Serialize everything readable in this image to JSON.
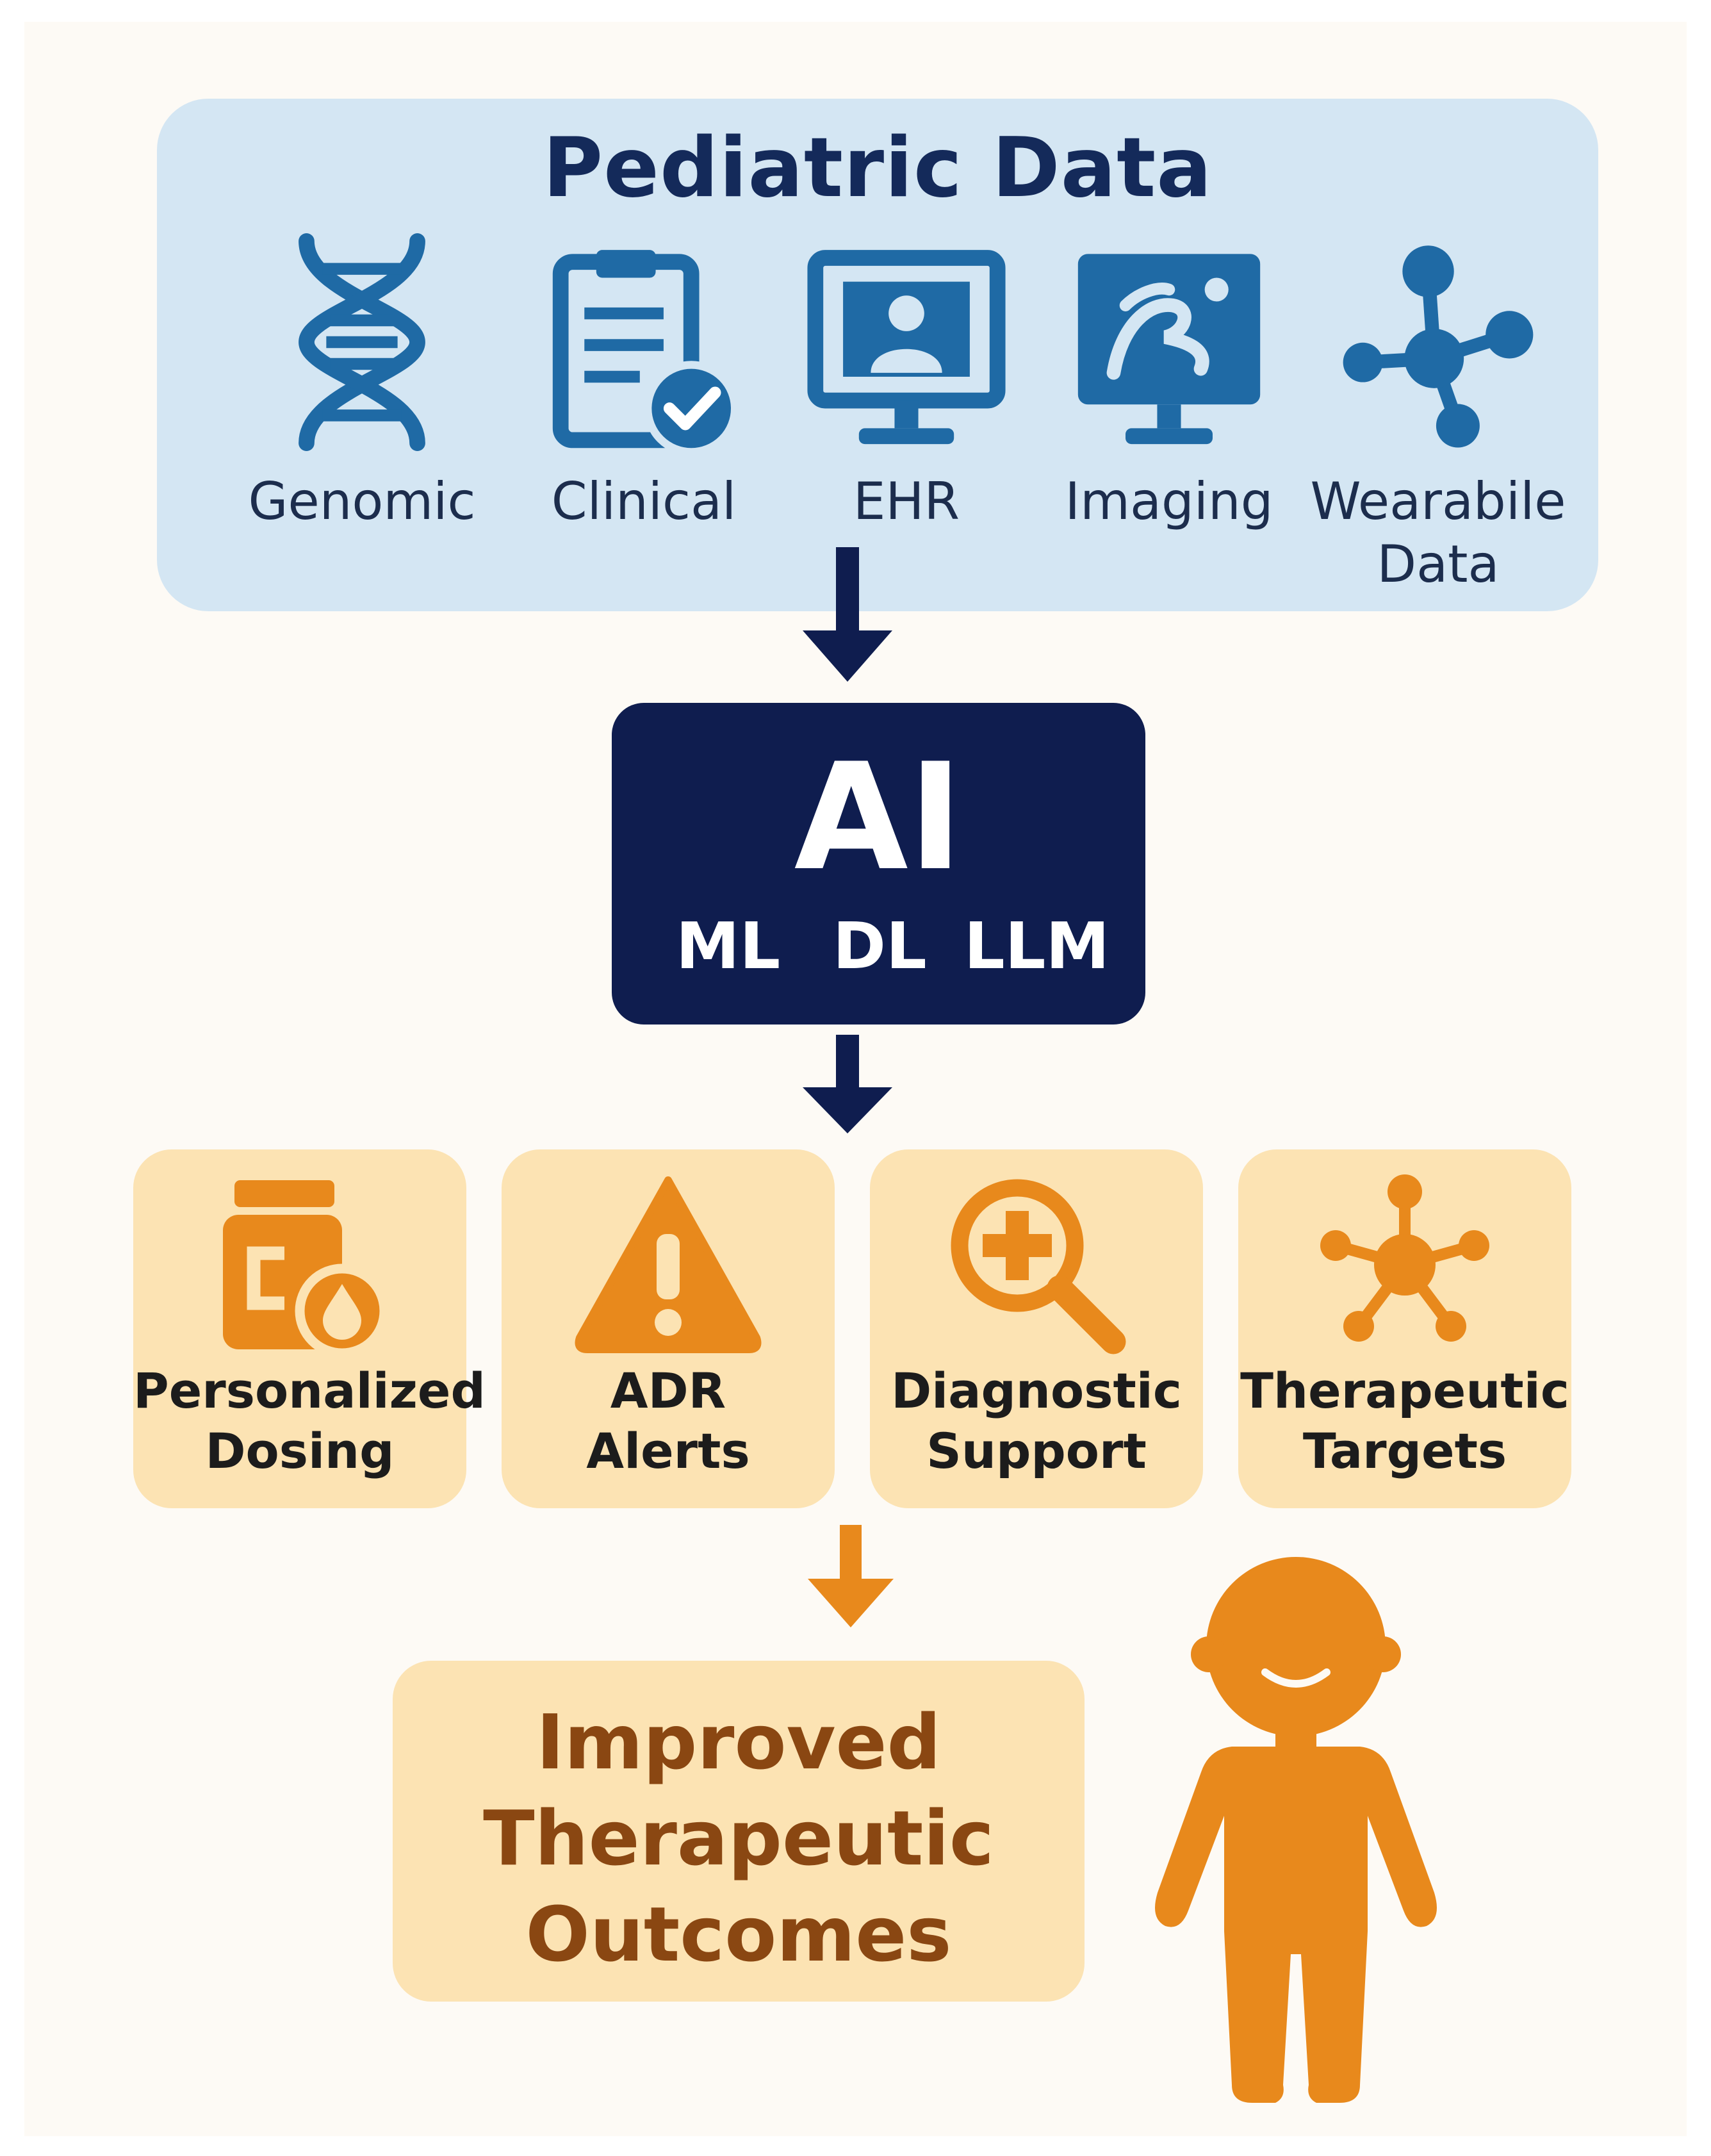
{
  "colors": {
    "data_panel_bg": "#d4e6f3",
    "data_icon": "#1f6aa5",
    "ai_box_bg": "#0f1d4f",
    "output_card_bg": "#fce3b3",
    "output_icon": "#e8891c",
    "result_text": "#8a4712"
  },
  "data_sources": {
    "title": "Pediatric Data",
    "items": [
      {
        "label": "Genomic",
        "icon": "dna-icon"
      },
      {
        "label": "Clinical",
        "icon": "clipboard-check-icon"
      },
      {
        "label": "EHR",
        "icon": "monitor-patient-icon"
      },
      {
        "label": "Imaging",
        "icon": "imaging-scan-icon"
      },
      {
        "label": "Wearabile\nData",
        "icon": "network-nodes-icon"
      }
    ]
  },
  "ai": {
    "title": "AI",
    "models": [
      "ML",
      "DL",
      "LLM"
    ]
  },
  "outputs": [
    {
      "label": "Personalized\nDosing",
      "icon": "medicine-bottle-icon"
    },
    {
      "label": "ADR\nAlerts",
      "icon": "warning-icon"
    },
    {
      "label": "Diagnostic\nSupport",
      "icon": "magnifier-plus-icon"
    },
    {
      "label": "Therapeutic\nTargets",
      "icon": "molecule-target-icon"
    }
  ],
  "result": {
    "text": "Improved\nTherapeutic\nOutcomes",
    "figure": "child-figure-icon"
  }
}
